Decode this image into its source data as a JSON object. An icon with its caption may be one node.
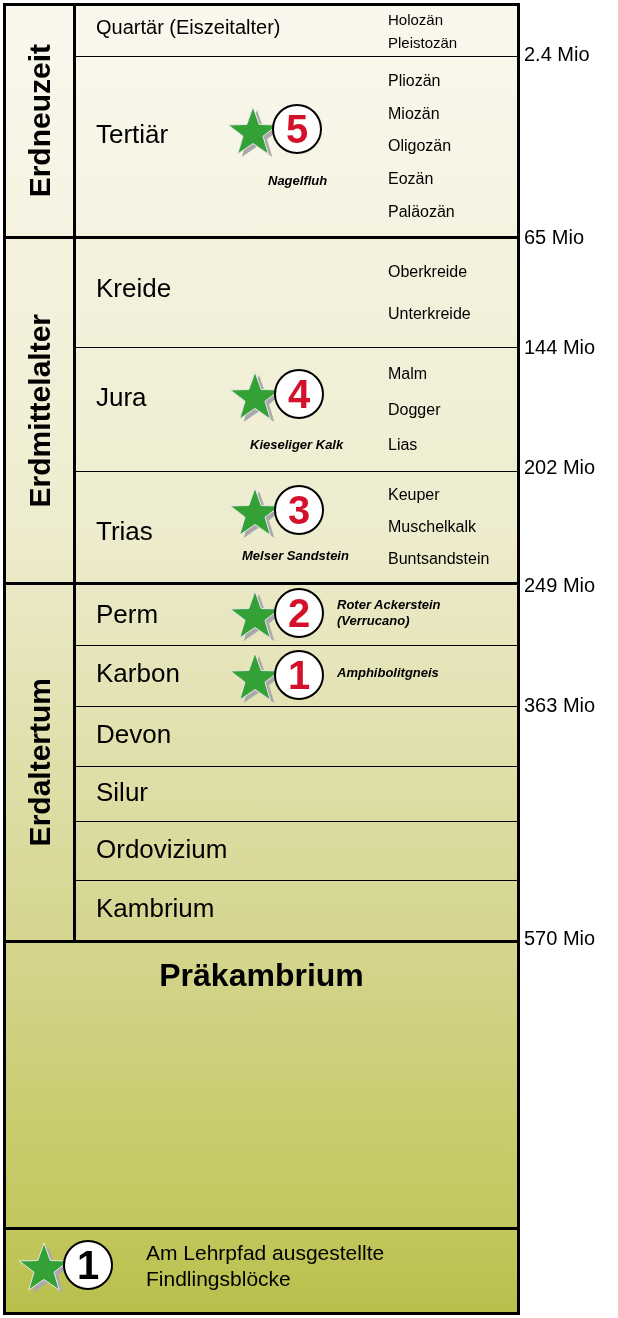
{
  "diagram": {
    "nodes": [
      {
        "text": [
          "Erdneuzeit"
        ]
      },
      {
        "text": [
          "Quartär (Eiszeitalter)",
          "Holozän",
          "Pleistozän"
        ],
        "in": 0
      },
      {
        "text": [
          "Tertiär",
          "Pliozän",
          "Miozän",
          "Oligozän",
          "Eozän",
          "Paläozän"
        ],
        "in": 0
      },
      {
        "text": [
          "5"
        ],
        "beside": [
          "Nagelfluh"
        ],
        "in": 2
      },
      {
        "text": [
          "Erdmittelalter"
        ]
      },
      {
        "text": [
          "Kreide",
          "Oberkreide",
          "Unterkreide"
        ],
        "in": 4
      },
      {
        "text": [
          "Jura",
          "Malm",
          "Dogger",
          "Lias"
        ],
        "in": 4
      },
      {
        "text": [
          "4"
        ],
        "beside": [
          "Kieseliger Kalk"
        ],
        "in": 6
      },
      {
        "text": [
          "Trias",
          "Keuper",
          "Muschelkalk",
          "Buntsandstein"
        ],
        "in": 4
      },
      {
        "text": [
          "3"
        ],
        "beside": [
          "Melser Sandstein"
        ],
        "in": 8
      },
      {
        "text": [
          "Erdaltertum"
        ]
      },
      {
        "text": [
          "Perm"
        ],
        "in": 10
      },
      {
        "text": [
          "2"
        ],
        "beside": [
          "Roter Ackerstein (Verrucano)"
        ],
        "in": 11
      },
      {
        "text": [
          "Karbon"
        ],
        "in": 10
      },
      {
        "text": [
          "1"
        ],
        "beside": [
          "Amphibolitgneis"
        ],
        "in": 13
      },
      {
        "text": [
          "Devon"
        ],
        "in": 10
      },
      {
        "text": [
          "Silur"
        ],
        "in": 10
      },
      {
        "text": [
          "Ordovizium"
        ],
        "in": 10
      },
      {
        "text": [
          "Kambrium"
        ],
        "in": 10
      },
      {
        "text": [
          "Präkambrium"
        ]
      },
      {
        "text": [
          "Am Lehrpfad ausgestellte Findlingsblöcke"
        ]
      },
      {
        "text": [
          "1"
        ],
        "in": 20
      }
    ],
    "edges": [],
    "labels": [
      "2.4 Mio",
      "65 Mio",
      "144 Mio",
      "202 Mio",
      "249 Mio",
      "363 Mio",
      "570 Mio"
    ]
  }
}
